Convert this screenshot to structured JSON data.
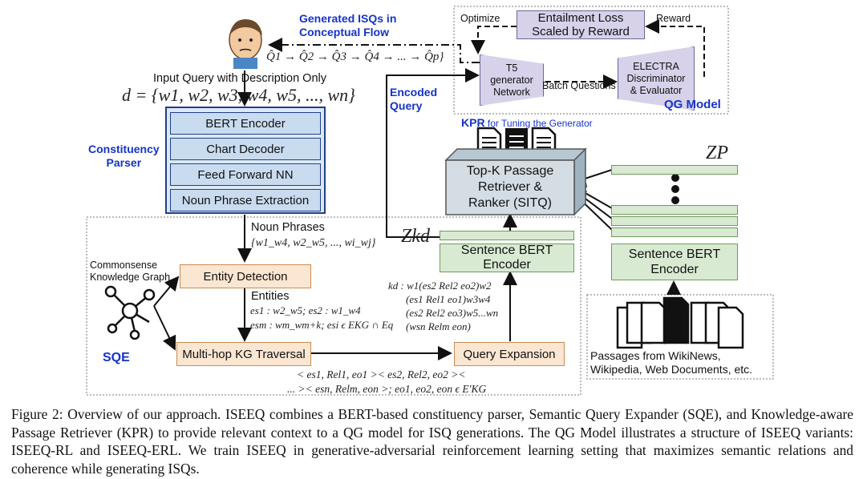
{
  "figure": {
    "generated_isqs_label_line1": "Generated ISQs in",
    "generated_isqs_label_line2": "Conceptual Flow",
    "isq_sequence": "Q̂1 → Q̂2 → Q̂3 → Q̂4 → ... → Q̂p}",
    "input_query_label": "Input Query with Description Only",
    "d_formula": "d = {w1, w2, w3, w4, w5, ..., wn}",
    "parser_title_line1": "Constituency",
    "parser_title_line2": "Parser",
    "parser_layers": [
      "BERT Encoder",
      "Chart Decoder",
      "Feed Forward NN",
      "Noun Phrase Extraction"
    ],
    "noun_phrases_label": "Noun Phrases",
    "noun_phrases_set": "{w1_w4, w2_w5, ..., wi_wj}",
    "commonsense_label_line1": "Commonsense",
    "commonsense_label_line2": "Knowledge Graph",
    "sqe_label": "SQE",
    "entity_detection": "Entity Detection",
    "entities_label": "Entities",
    "entities_line1": "es1 : w2_w5; es2 : w1_w4",
    "entities_line2": "esm : wm_wm+k; esi ϵ EKG ∩ Eq",
    "multi_hop": "Multi-hop KG Traversal",
    "query_expansion": "Query Expansion",
    "kg_triples_line1": "< es1, Rel1, eo1 >< es2, Rel2, eo2 ><",
    "kg_triples_line2": "... >< esn, Relm, eon >; eo1, eo2, eon ϵ E′KG",
    "kd_lines": [
      "kd : w1(es2 Rel2 eo2)w2",
      "(es1 Rel1 eo1)w3w4",
      "(es2 Rel2 eo3)w5...wn",
      "(wsn Relm eon)"
    ],
    "encoded_query_line1": "Encoded",
    "encoded_query_line2": "Query",
    "z_kd": "Zkd",
    "z_p": "ZP",
    "sentence_bert_left_line1": "Sentence BERT",
    "sentence_bert_left_line2": "Encoder",
    "sentence_bert_right_line1": "Sentence BERT",
    "sentence_bert_right_line2": "Encoder",
    "retriever_line1": "Top-K Passage",
    "retriever_line2": "Retriever &",
    "retriever_line3": "Ranker (SITQ)",
    "kpr_label": "KPR",
    "kpr_sub": "for Tuning the Generator",
    "passages_line1": "Passages from WikiNews,",
    "passages_line2": "Wikipedia, Web Documents, etc.",
    "entailment_line1": "Entailment Loss",
    "entailment_line2": "Scaled by Reward",
    "optimize_label": "Optimize",
    "reward_label": "Reward",
    "t5_line1": "T5",
    "t5_line2": "generator",
    "t5_line3": "Network",
    "batch_questions": "Batch Questions",
    "electra_line1": "ELECTRA",
    "electra_line2": "Discriminator",
    "electra_line3": "& Evaluator",
    "qg_model": "QG Model"
  },
  "caption": {
    "prefix": "Figure 2:",
    "text": "Overview of our approach. ISEEQ combines a BERT-based constituency parser, Semantic Query Expander (SQE), and Knowledge-aware Passage Retriever (KPR) to provide relevant context to a QG model for ISQ generations. The QG Model illustrates a structure of ISEEQ variants: ISEEQ-RL and ISEEQ-ERL. We train ISEEQ in generative-adversarial reinforcement learning setting that maximizes semantic relations and coherence while generating ISQs."
  },
  "colors": {
    "accent_blue": "#1533c8",
    "parser_fill": "#c9dcef",
    "sqe_fill": "#fbe6d2",
    "encoder_fill": "#d9ead3",
    "qg_fill": "#d7d2ea",
    "retriever_fill": "#d4dde3"
  },
  "icons": [
    "person-icon",
    "knowledge-graph-icon",
    "document-stack-icon"
  ]
}
